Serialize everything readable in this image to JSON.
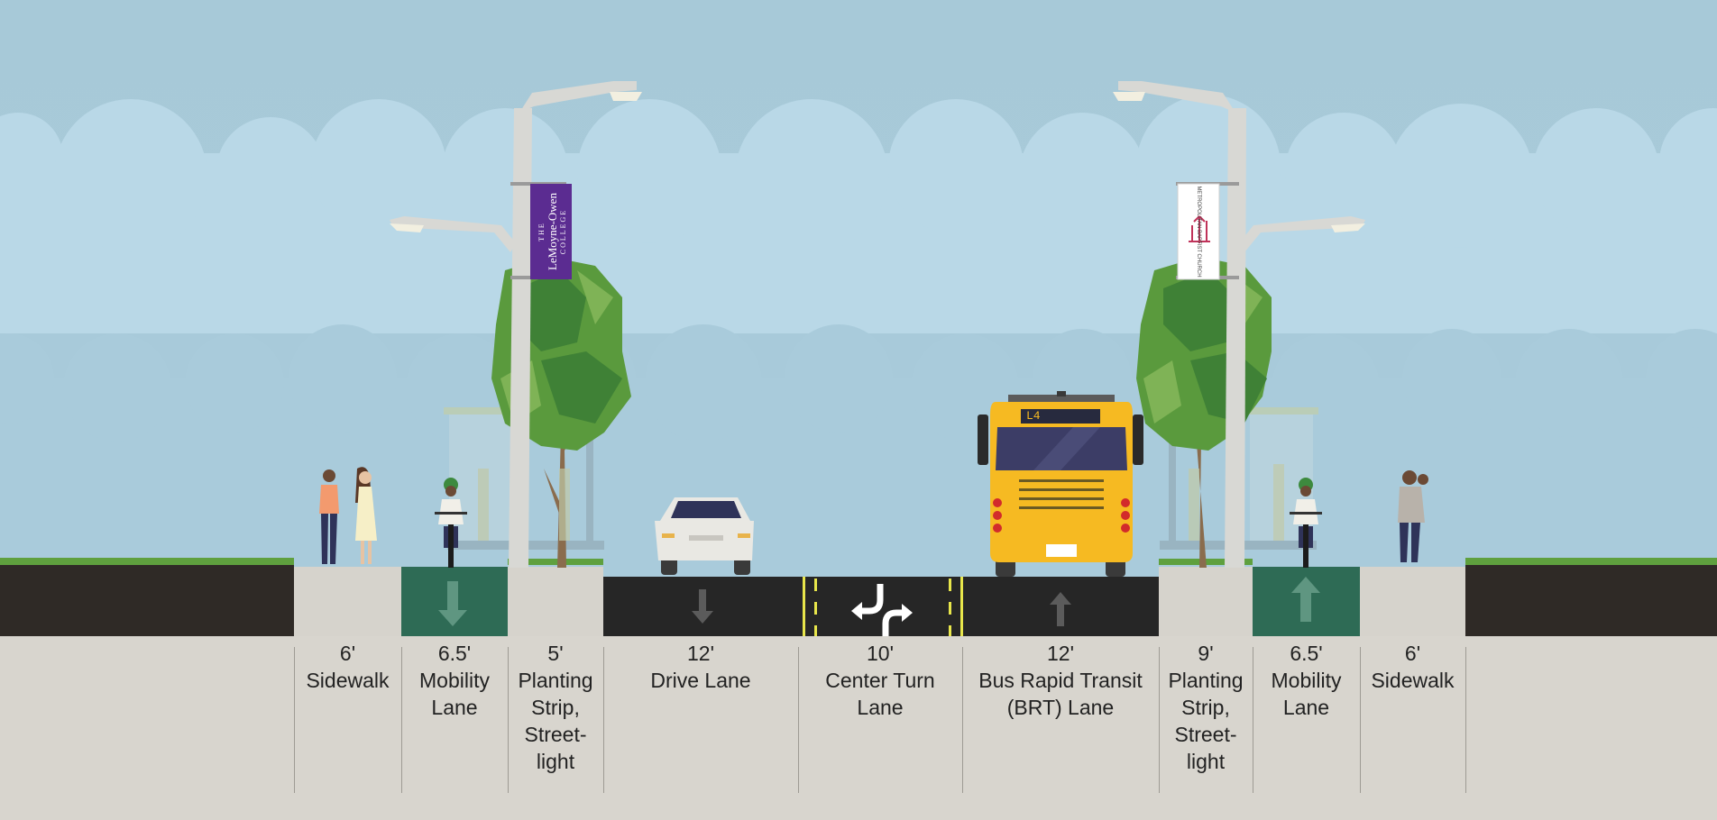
{
  "segments": [
    {
      "width": "6'",
      "name": "Sidewalk"
    },
    {
      "width": "6.5'",
      "name": "Mobility Lane"
    },
    {
      "width": "5'",
      "name": "Planting Strip, Street-light"
    },
    {
      "width": "12'",
      "name": "Drive Lane"
    },
    {
      "width": "10'",
      "name": "Center Turn Lane"
    },
    {
      "width": "12'",
      "name": "Bus Rapid Transit (BRT) Lane"
    },
    {
      "width": "9'",
      "name": "Planting Strip, Street-light"
    },
    {
      "width": "6.5'",
      "name": "Mobility Lane"
    },
    {
      "width": "6'",
      "name": "Sidewalk"
    }
  ],
  "banners": {
    "left_banner": {
      "text": "LeMoyne-Owen",
      "sub": "THE",
      "sub2": "COLLEGE"
    },
    "right_banner": {
      "text": "METROPOLITAN BAPTIST CHURCH"
    }
  },
  "bus": {
    "route_sign": "L4"
  },
  "colors": {
    "sky": "#a9cbdb",
    "cloud": "#bcdae8",
    "asphalt": "#262626",
    "mobility_lane": "#2e6b55",
    "sidewalk": "#d6d3cc",
    "soil": "#2f2a26",
    "lane_marking_yellow": "#e8e64b",
    "bus": "#f6ba22",
    "left_banner": "#5b2c91"
  }
}
